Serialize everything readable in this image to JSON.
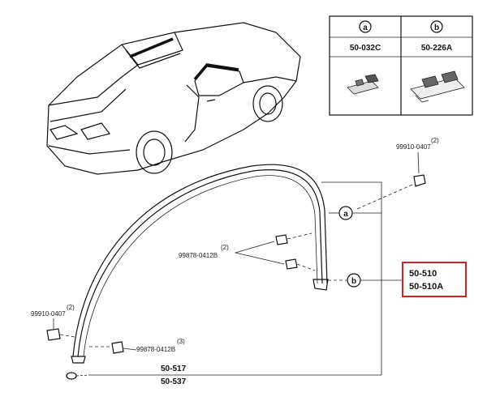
{
  "legend": {
    "items": [
      {
        "key": "a",
        "part": "50-032C"
      },
      {
        "key": "b",
        "part": "50-226A"
      }
    ]
  },
  "callouts": {
    "a": "a",
    "b": "b"
  },
  "parts": {
    "clip_upper": {
      "number": "99910-0407",
      "qty": "(2)"
    },
    "screw_mid": {
      "number": "99878-0412B",
      "qty": "(2)"
    },
    "clip_left": {
      "number": "99910-0407",
      "qty": "(2)"
    },
    "screw_low": {
      "number": "99878-0412B",
      "qty": "(3)"
    },
    "molding_main": {
      "line1": "50-510",
      "line2": "50-510A"
    },
    "molding_bottom": {
      "line1": "50-517",
      "line2": "50-537"
    }
  },
  "colors": {
    "highlight": "#d42020",
    "line": "#111111"
  }
}
